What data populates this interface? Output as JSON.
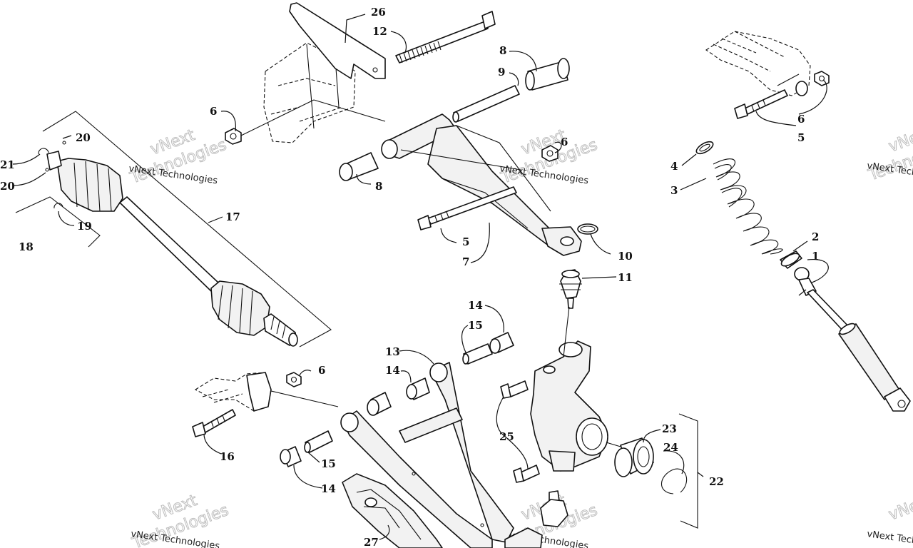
{
  "callouts": {
    "c1": "1",
    "c2": "2",
    "c3": "3",
    "c4": "4",
    "c5a": "5",
    "c5b": "5",
    "c6a": "6",
    "c6b": "6",
    "c6c": "6",
    "c6d": "6",
    "c7": "7",
    "c8a": "8",
    "c8b": "8",
    "c9": "9",
    "c10": "10",
    "c11": "11",
    "c12": "12",
    "c13": "13",
    "c14a": "14",
    "c14b": "14",
    "c14c": "14",
    "c15a": "15",
    "c15b": "15",
    "c16": "16",
    "c17": "17",
    "c18": "18",
    "c19": "19",
    "c20a": "20",
    "c20b": "20",
    "c21": "21",
    "c22": "22",
    "c23": "23",
    "c24": "24",
    "c25": "25",
    "c26": "26",
    "c27": "27"
  },
  "watermark": {
    "line1": "vNext Technologies",
    "line2a": "vNext",
    "line2b": "Technologies"
  },
  "colors": {
    "ink": "#111111",
    "watermark": "#bdbdbd",
    "background": "#ffffff"
  }
}
